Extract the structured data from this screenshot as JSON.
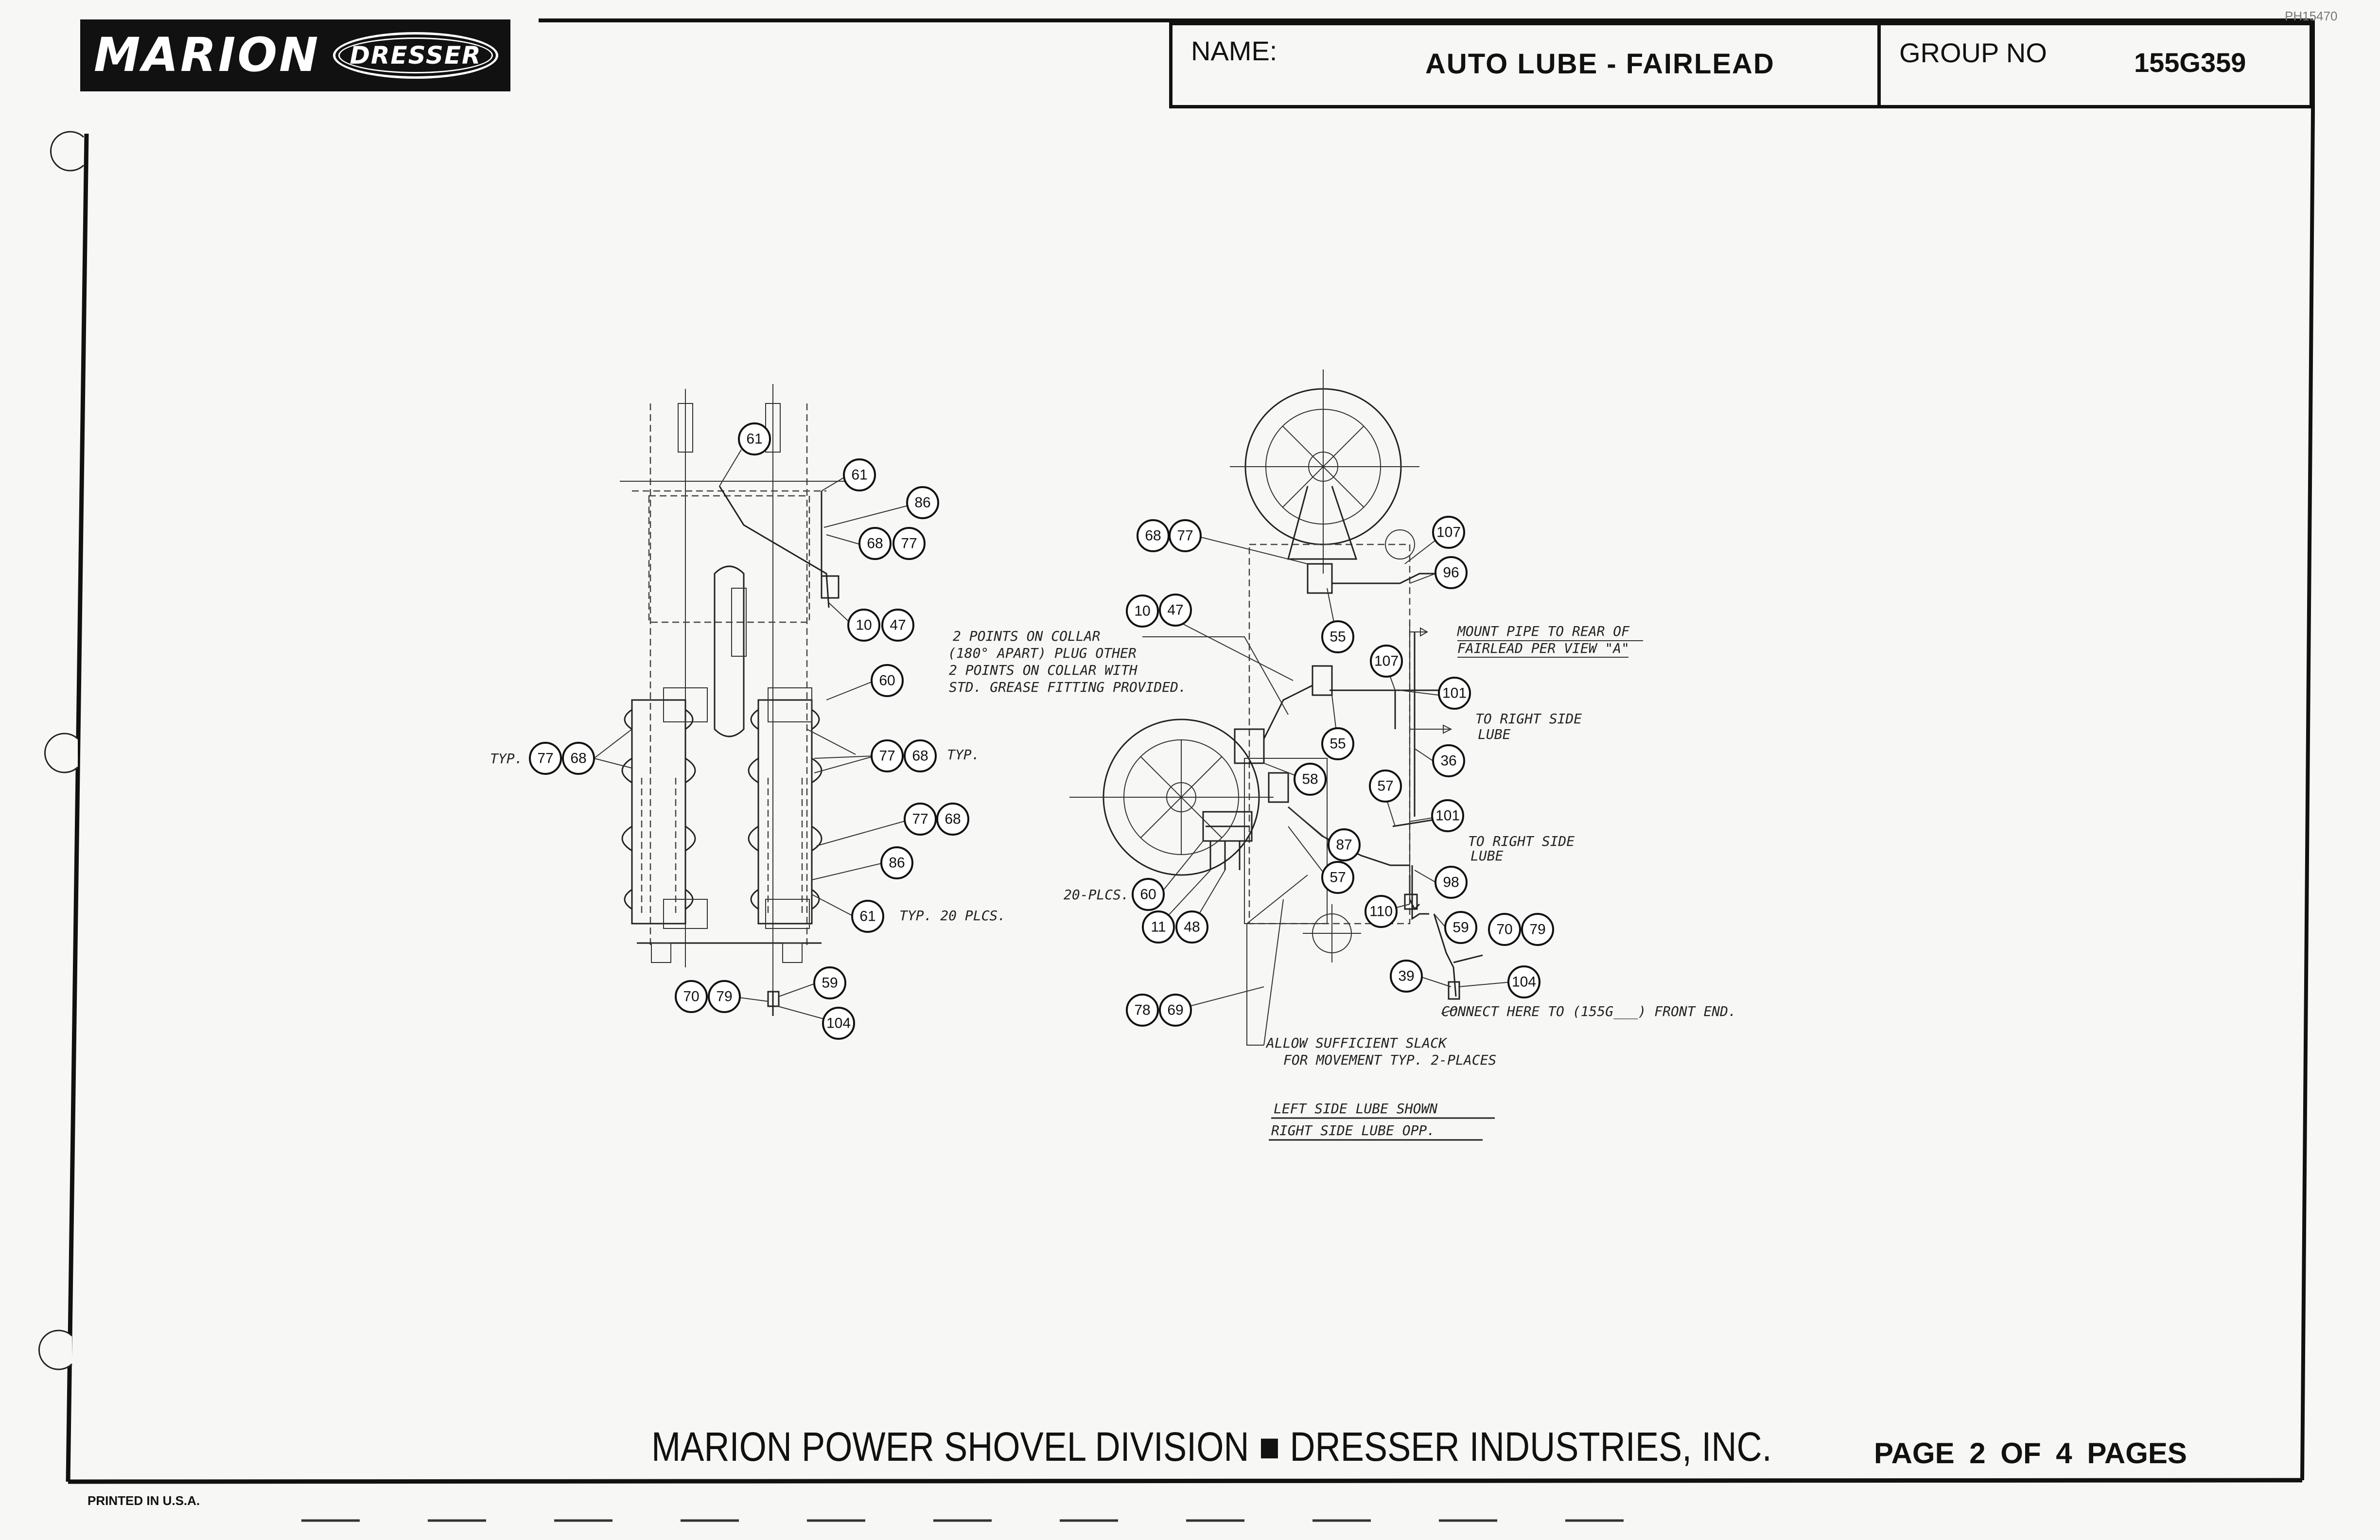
{
  "header": {
    "brand": "MARION",
    "brand_secondary": "DRESSER",
    "name_label": "NAME:",
    "name_value": "AUTO LUBE - FAIRLEAD",
    "group_label": "GROUP NO",
    "group_value": "155G359",
    "stamp": "PH15470"
  },
  "diagram": {
    "notes": {
      "collar_1": "2 POINTS ON COLLAR",
      "collar_2": "(180° APART) PLUG OTHER",
      "collar_3": "2 POINTS ON COLLAR WITH",
      "collar_4": "STD. GREASE FITTING PROVIDED.",
      "mount_1": "MOUNT PIPE TO REAR OF",
      "mount_2": "FAIRLEAD PER VIEW \"A\"",
      "right_lube_a1": "TO RIGHT SIDE",
      "right_lube_a2": "LUBE",
      "right_lube_b1": "TO RIGHT SIDE",
      "right_lube_b2": "LUBE",
      "connect": "CONNECT HERE TO (155G___) FRONT END.",
      "slack_1": "ALLOW SUFFICIENT SLACK",
      "slack_2": "FOR MOVEMENT TYP. 2-PLACES",
      "left_side": "LEFT SIDE LUBE SHOWN",
      "right_side": "RIGHT SIDE LUBE OPP.",
      "typ_left": "TYP.",
      "typ_right": "TYP.",
      "typ20": "TYP. 20 PLCS.",
      "plcs20": "20-PLCS."
    },
    "balloons": {
      "b61a": "61",
      "b61b": "61",
      "b86a": "86",
      "b68a": "68",
      "b77a": "77",
      "b10a": "10",
      "b47a": "47",
      "b60a": "60",
      "b77b": "77",
      "b68b": "68",
      "b77c": "77",
      "b68c": "68",
      "b77d": "77",
      "b68d": "68",
      "b86b": "86",
      "b61c": "61",
      "b59a": "59",
      "b70a": "70",
      "b79a": "79",
      "b104a": "104",
      "b68e": "68",
      "b77e": "77",
      "b10b": "10",
      "b47b": "47",
      "b107a": "107",
      "b96": "96",
      "b55a": "55",
      "b107b": "107",
      "b101a": "101",
      "b55b": "55",
      "b36": "36",
      "b58": "58",
      "b57a": "57",
      "b101b": "101",
      "b87": "87",
      "b57b": "57",
      "b98": "98",
      "b60b": "60",
      "b11": "11",
      "b48": "48",
      "b110": "110",
      "b59b": "59",
      "b70b": "70",
      "b79b": "79",
      "b39": "39",
      "b104b": "104",
      "b78": "78",
      "b69": "69"
    }
  },
  "footer": {
    "company": "MARION POWER SHOVEL DIVISION ■ DRESSER INDUSTRIES, INC.",
    "page": "PAGE 2 OF 4 PAGES",
    "printed": "PRINTED IN U.S.A."
  }
}
